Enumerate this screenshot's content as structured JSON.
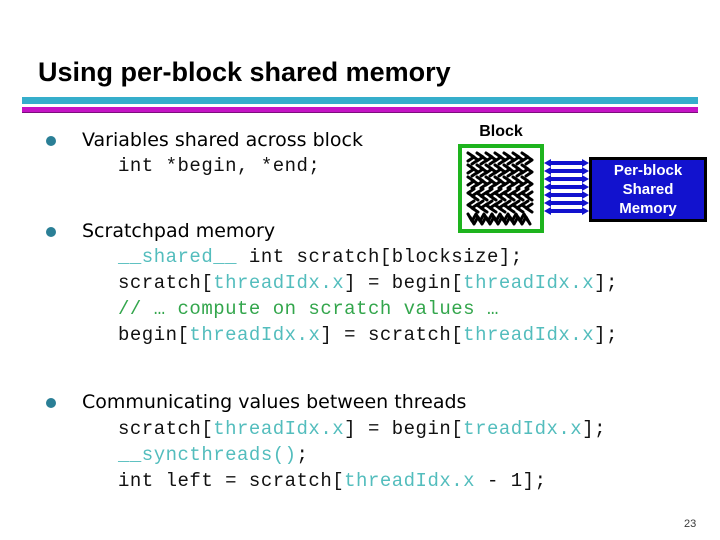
{
  "slide": {
    "title": "Using per-block shared memory",
    "page_number": "23"
  },
  "colors": {
    "accent_cyan": "#35AECB",
    "accent_magenta": "#C513C5",
    "bullet": "#2A7F96",
    "code_keyword": "#53BDBD",
    "code_comment": "#33A64C",
    "diagram_green": "#1EB41E",
    "diagram_blue": "#1212CE"
  },
  "bullets": [
    {
      "label": "Variables shared across block"
    },
    {
      "label": "Scratchpad memory"
    },
    {
      "label": "Communicating values between threads"
    }
  ],
  "code_block_1": [
    [
      {
        "t": "int *begin, *end;",
        "c": "plain"
      }
    ]
  ],
  "code_block_2": [
    [
      {
        "t": "__shared__",
        "c": "kw"
      },
      {
        "t": " int scratch[blocksize];",
        "c": "plain"
      }
    ],
    [
      {
        "t": "scratch[",
        "c": "plain"
      },
      {
        "t": "threadIdx.x",
        "c": "kw"
      },
      {
        "t": "] = begin[",
        "c": "plain"
      },
      {
        "t": "threadIdx.x",
        "c": "kw"
      },
      {
        "t": "];",
        "c": "plain"
      }
    ],
    [
      {
        "t": "// … compute on scratch values …",
        "c": "comment"
      }
    ],
    [
      {
        "t": "begin[",
        "c": "plain"
      },
      {
        "t": "threadIdx.x",
        "c": "kw"
      },
      {
        "t": "] = scratch[",
        "c": "plain"
      },
      {
        "t": "threadIdx.x",
        "c": "kw"
      },
      {
        "t": "];",
        "c": "plain"
      }
    ]
  ],
  "code_block_3": [
    [
      {
        "t": "scratch[",
        "c": "plain"
      },
      {
        "t": "threadIdx.x",
        "c": "kw"
      },
      {
        "t": "] = begin[",
        "c": "plain"
      },
      {
        "t": "treadIdx.x",
        "c": "kw"
      },
      {
        "t": "];",
        "c": "plain"
      }
    ],
    [
      {
        "t": "__syncthreads()",
        "c": "kw"
      },
      {
        "t": ";",
        "c": "plain"
      }
    ],
    [
      {
        "t": "int left = scratch[",
        "c": "plain"
      },
      {
        "t": "threadIdx.x",
        "c": "kw"
      },
      {
        "t": " - 1];",
        "c": "plain"
      }
    ]
  ],
  "diagram": {
    "block_label": "Block",
    "memory_label_lines": [
      "Per-block",
      "Shared",
      "Memory"
    ],
    "arrow_count": 7
  }
}
